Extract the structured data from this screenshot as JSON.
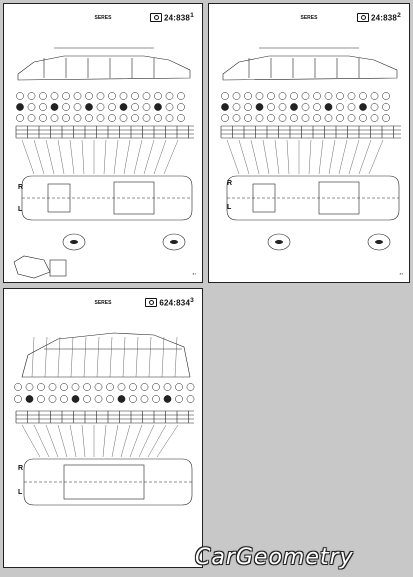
{
  "sheets": [
    {
      "title": "SERES",
      "code": "24:838",
      "code_suffix": "1",
      "page": "87"
    },
    {
      "title": "SERES",
      "code": "24:838",
      "code_suffix": "2",
      "page": "87"
    },
    {
      "title": "SERES",
      "code": "624:834",
      "code_suffix": "3"
    }
  ],
  "labels": {
    "right": "R",
    "left": "L"
  },
  "brand": {
    "logo_text": "CarGeometry"
  },
  "colors": {
    "background": "#c8c8c8",
    "ink": "#111111",
    "sheet": "#ffffff"
  }
}
